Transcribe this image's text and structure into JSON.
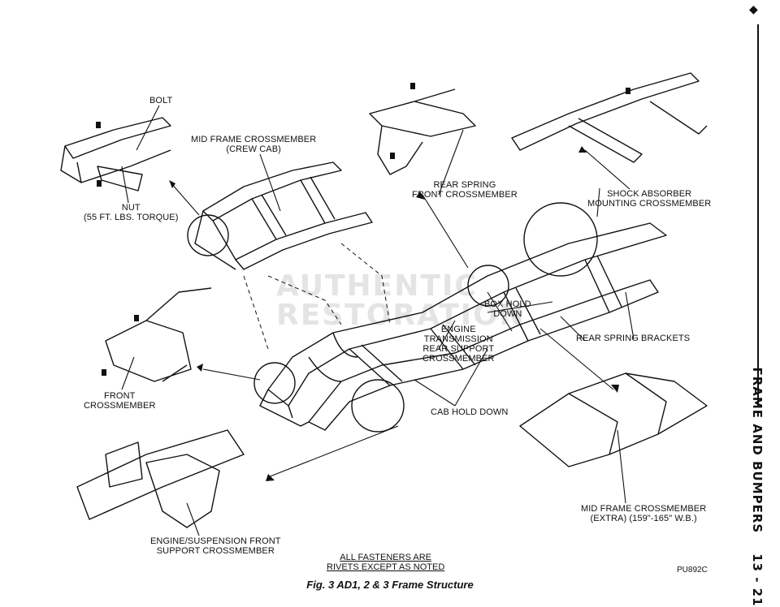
{
  "labels": {
    "bolt": "BOLT",
    "nut": "NUT",
    "nut_torque": "(55 FT. LBS. TORQUE)",
    "mid_frame_crew": "MID FRAME CROSSMEMBER",
    "mid_frame_crew_sub": "(CREW CAB)",
    "rear_spring_front": "REAR SPRING",
    "rear_spring_front_2": "FRONT CROSSMEMBER",
    "shock": "SHOCK ABSORBER",
    "shock_2": "MOUNTING CROSSMEMBER",
    "box_hold": "BOX HOLD",
    "box_hold_2": "DOWN",
    "engine_trans_1": "ENGINE",
    "engine_trans_2": "TRANSMISSION",
    "engine_trans_3": "REAR SUPPORT",
    "engine_trans_4": "CROSSMEMBER",
    "rear_spring_brackets": "REAR SPRING BRACKETS",
    "front_cross_1": "FRONT",
    "front_cross_2": "CROSSMEMBER",
    "cab_hold": "CAB HOLD DOWN",
    "engine_susp_1": "ENGINE/SUSPENSION FRONT",
    "engine_susp_2": "SUPPORT CROSSMEMBER",
    "mid_frame_extra": "MID FRAME CROSSMEMBER",
    "mid_frame_extra_sub": "(EXTRA) (159\"-165\" W.B.)"
  },
  "note_1": "ALL FASTENERS ARE",
  "note_2": "RIVETS EXCEPT AS NOTED",
  "figure_code": "PU892C",
  "caption": "Fig. 3 AD1, 2 & 3 Frame Structure",
  "side_header": "FRAME AND BUMPERS",
  "page_number": "13 - 21",
  "bullet": "◆",
  "watermark_1": "AUTHENTIC",
  "watermark_2": "RESTORATION"
}
